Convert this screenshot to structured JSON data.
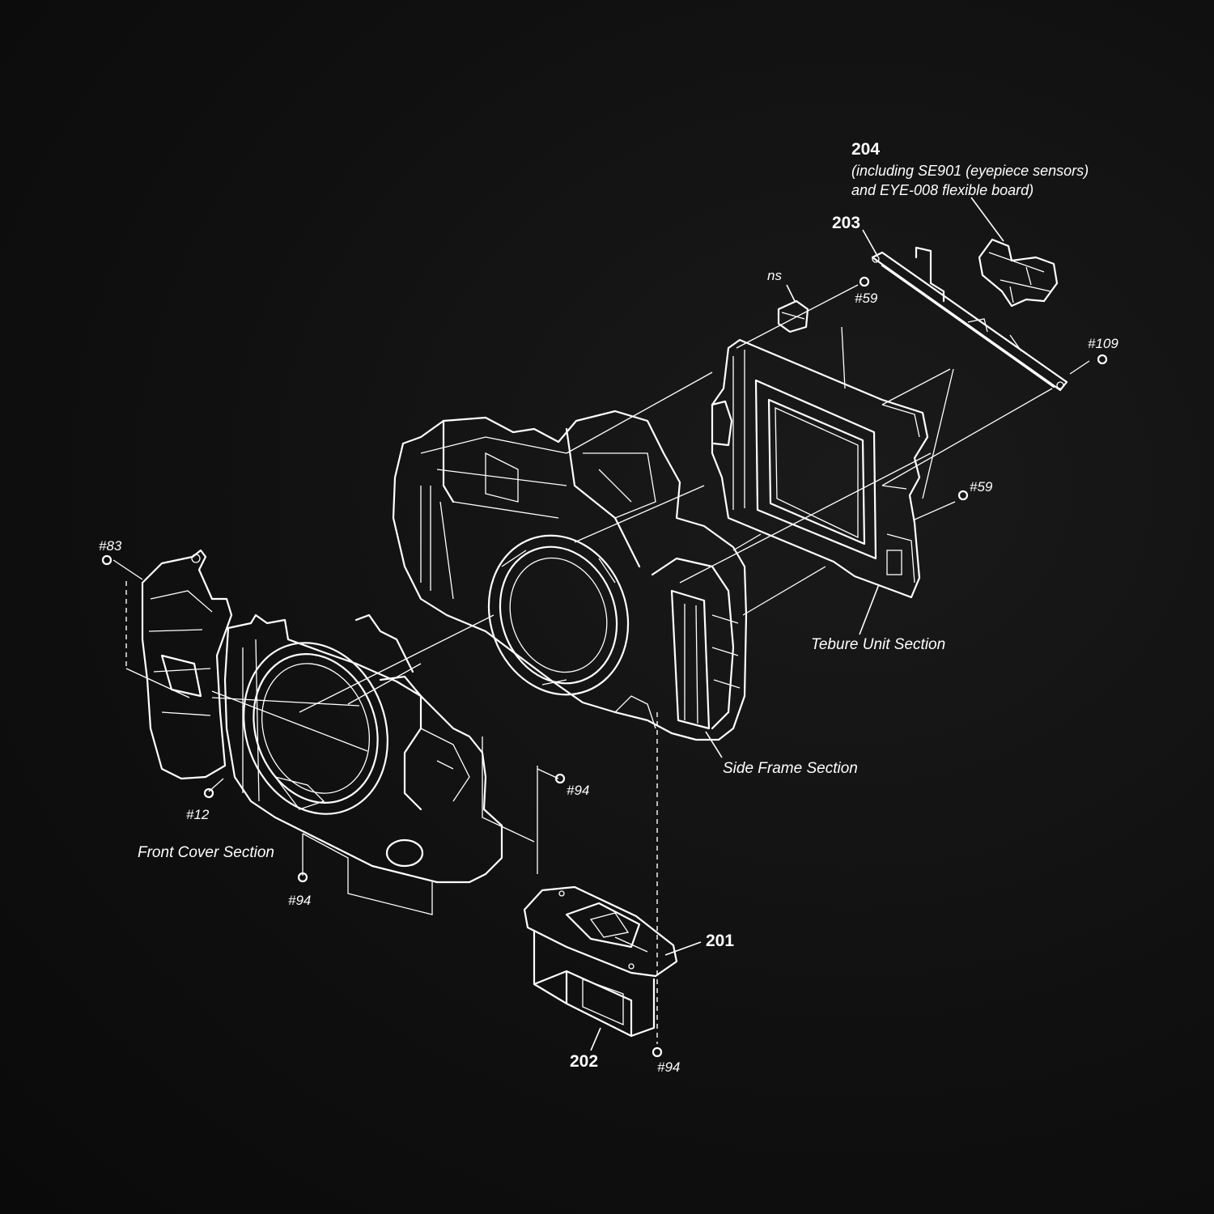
{
  "background_color": "#0d0d0d",
  "line_color": "#ffffff",
  "labels": {
    "part_204": "204",
    "part_204_note_1": "(including SE901 (eyepiece sensors)",
    "part_204_note_2": "and EYE-008 flexible board)",
    "part_203": "203",
    "part_ns": "ns",
    "screw_59_top": "#59",
    "screw_109": "#109",
    "screw_59_right": "#59",
    "tebure_unit": "Tebure Unit Section",
    "side_frame": "Side Frame Section",
    "screw_83": "#83",
    "screw_12": "#12",
    "front_cover": "Front Cover Section",
    "screw_94_mid": "#94",
    "screw_94_left": "#94",
    "part_201": "201",
    "part_202": "202",
    "screw_94_bottom": "#94"
  }
}
